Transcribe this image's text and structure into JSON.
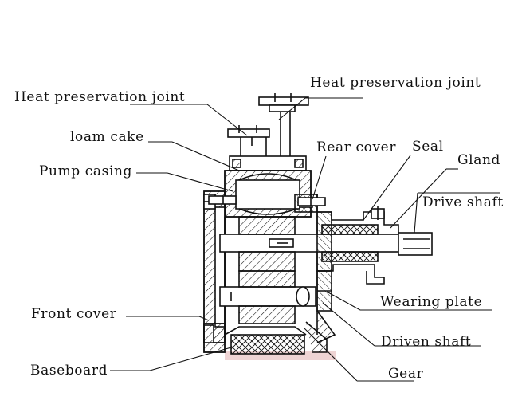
{
  "labels": {
    "heat_joint_top": "Heat preservation joint",
    "heat_joint_left": "Heat preservation joint",
    "loam_cake": "loam cake",
    "pump_casing": "Pump casing",
    "rear_cover": "Rear cover",
    "seal": "Seal",
    "gland": "Gland",
    "drive_shaft": "Drive shaft",
    "wearing_plate": "Wearing plate",
    "front_cover": "Front cover",
    "driven_shaft": "Driven shaft",
    "baseboard": "Baseboard",
    "gear": "Gear"
  },
  "colors": {
    "line": "#111111",
    "background": "#ffffff",
    "shadow": "#d9a0a0"
  }
}
